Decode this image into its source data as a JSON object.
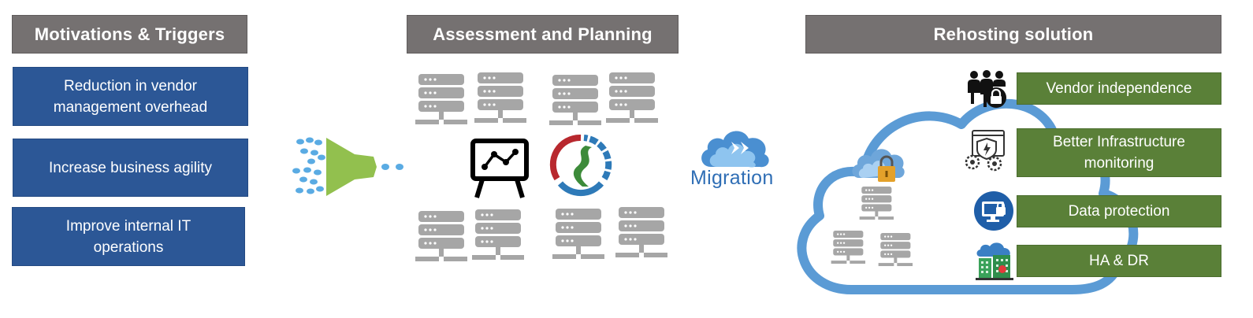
{
  "sections": {
    "motivations": {
      "title": "Motivations & Triggers",
      "items": [
        "Reduction in vendor management overhead",
        "Increase business agility",
        "Improve  internal IT operations"
      ]
    },
    "assessment": {
      "title": "Assessment and Planning"
    },
    "migration": {
      "label": "Migration"
    },
    "rehosting": {
      "title": "Rehosting solution",
      "items": [
        "Vendor  independence",
        "Better Infrastructure monitoring",
        "Data protection",
        "HA & DR"
      ]
    }
  },
  "colors": {
    "header": "#757171",
    "motivation_box": "#2c5796",
    "solution_box": "#5a8038",
    "cloud_outline": "#5b9bd5",
    "server_gray": "#a6a6a6",
    "funnel": "#92c04e",
    "migration_text": "#2f6eb5"
  },
  "icons": {
    "funnel": "funnel-icon",
    "server": "server-rack-icon",
    "analytics_board": "analytics-board-icon",
    "cycle": "cycle-road-icon",
    "migration_cloud": "cloud-migration-icon",
    "secure_cloud": "cloud-lock-icon",
    "vendor": "people-lock-icon",
    "monitoring": "shield-gear-icon",
    "data_protection": "monitor-lock-icon",
    "ha_dr": "building-cloud-icon"
  }
}
